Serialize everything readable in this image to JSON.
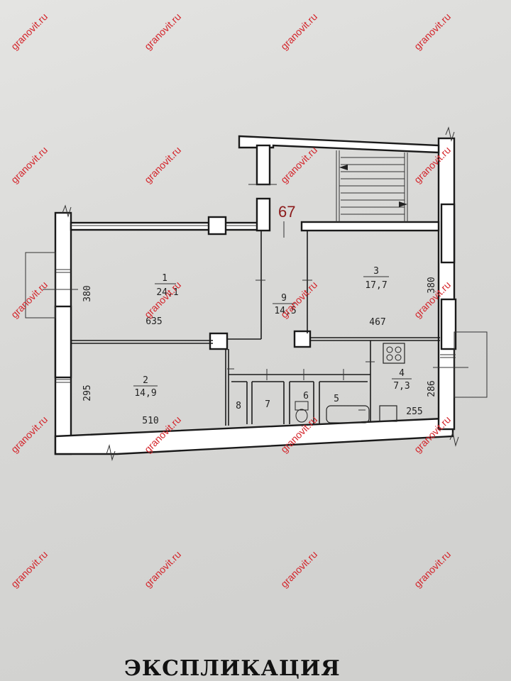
{
  "stamp_number": "67",
  "watermark": "granovit.ru",
  "heading": "ЭКСПЛИКАЦИЯ",
  "rooms": [
    {
      "num": "1",
      "area": "24,1"
    },
    {
      "num": "2",
      "area": "14,9"
    },
    {
      "num": "3",
      "area": "17,7"
    },
    {
      "num": "4",
      "area": "7,3"
    },
    {
      "num": "5",
      "area": ""
    },
    {
      "num": "6",
      "area": ""
    },
    {
      "num": "7",
      "area": ""
    },
    {
      "num": "8",
      "area": ""
    },
    {
      "num": "9",
      "area": "14,5"
    }
  ],
  "dimensions": {
    "room1_width": "635",
    "room1_height": "380",
    "room2_width": "510",
    "room2_height": "295",
    "room3_width": "467",
    "room3_height": "380",
    "room4_width": "255",
    "room4_height": "286"
  },
  "colors": {
    "watermark": "#d4242a",
    "stamp": "#8b1a1a"
  }
}
